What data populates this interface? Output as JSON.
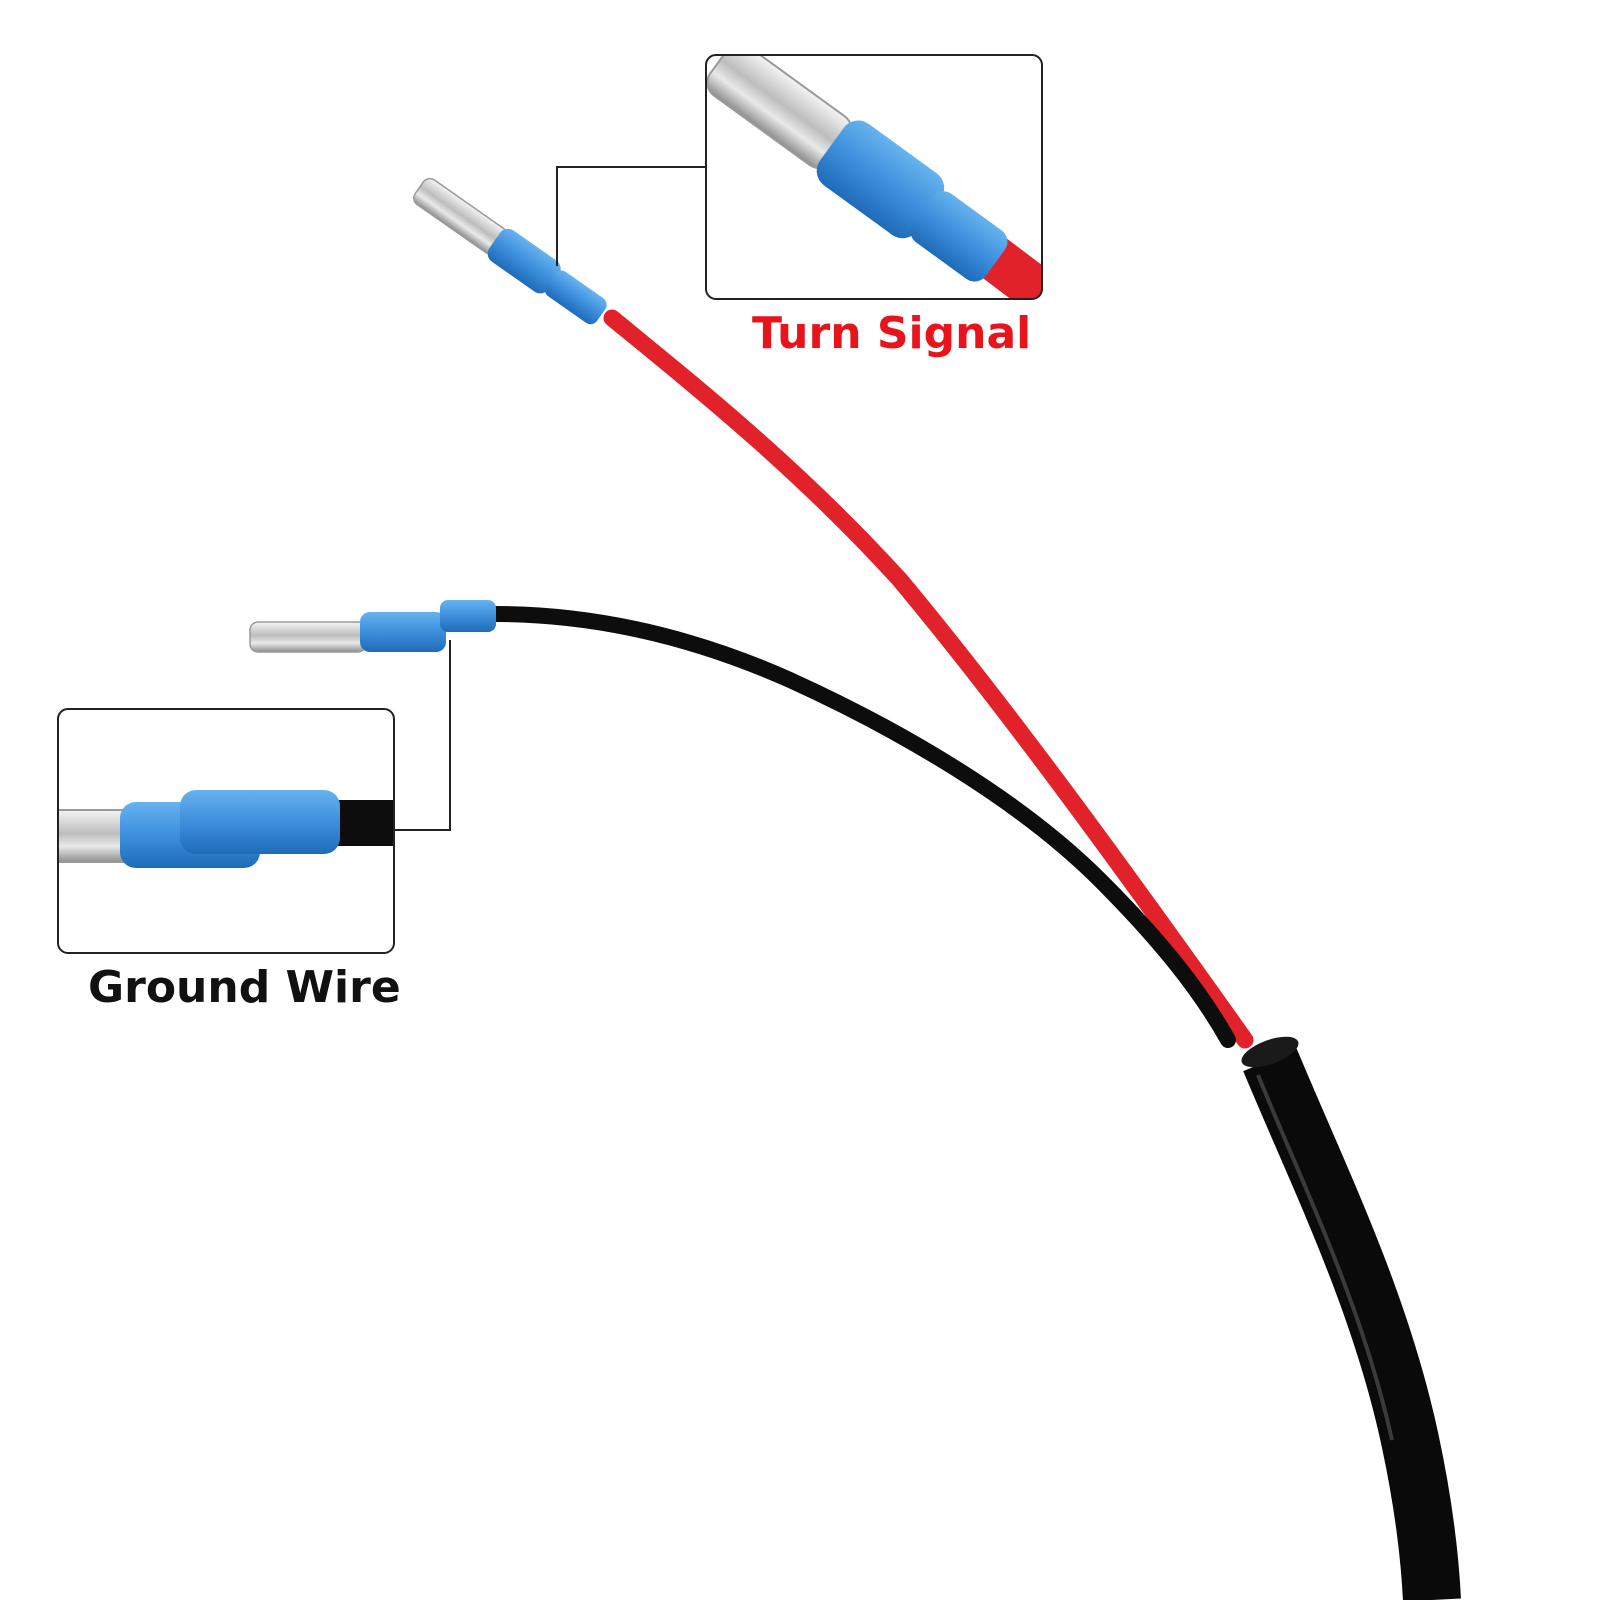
{
  "labels": {
    "turn_signal": "Turn Signal",
    "ground_wire": "Ground Wire"
  },
  "colors": {
    "turn_signal_label": "#e8141c",
    "ground_wire_label": "#111111",
    "red_wire": "#e2222a",
    "black_wire": "#0d0d0d",
    "heat_shrink": "#3d8fdc",
    "terminal_metal": "#d8d8d8",
    "callout_line": "#222222",
    "background": "#ffffff"
  },
  "icons": {
    "turn_signal_zoom": "red-wire-terminal-closeup",
    "ground_wire_zoom": "black-wire-terminal-closeup"
  }
}
